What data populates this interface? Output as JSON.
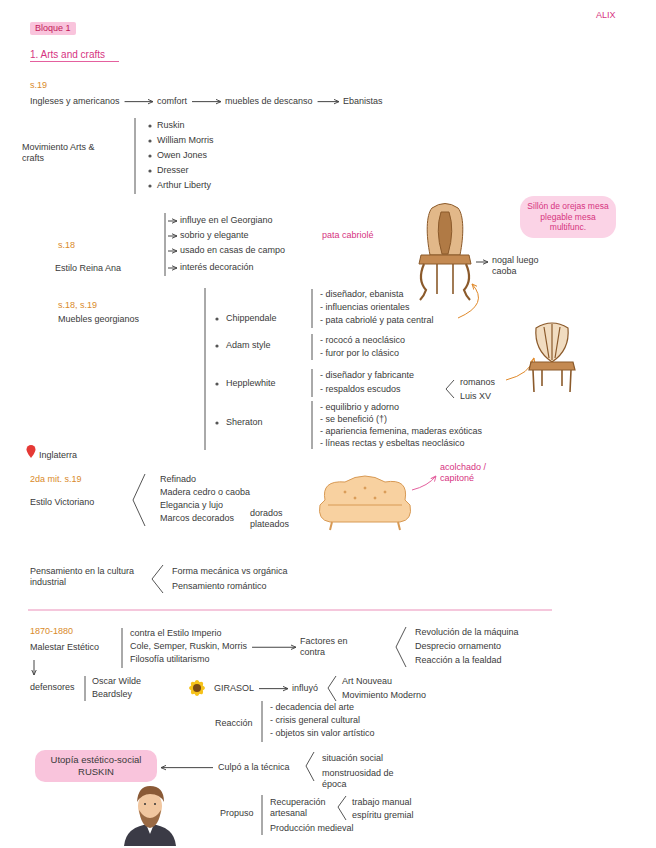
{
  "diagram": {
    "title": "1. Arts and crafts",
    "nodes": [
      {
        "text": [
          "Bloque 1"
        ]
      },
      {
        "text": [
          "Sillón de orejas mesa plegable mesa multifunc."
        ]
      },
      {
        "text": [
          "Utopía estético-social RUSKIN"
        ]
      }
    ],
    "labels": [
      "ALIX",
      "s.19",
      "Ingleses y americanos",
      "comfort",
      "muebles de descanso",
      "Ebanistas",
      "Movimiento Arts & crafts",
      "Ruskin",
      "William Morris",
      "Owen Jones",
      "Dresser",
      "Arthur Liberty",
      "s.18",
      "Estilo Reina Ana",
      "influye en el Georgiano",
      "sobrio y elegante",
      "pata cabriolé",
      "usado en casas de campo",
      "interés decoración",
      "nogal luego caoba",
      "s.18, s.19",
      "Muebles georgianos",
      "Chippendale",
      "- diseñador, ebanista",
      "- influencias orientales",
      "- pata cabriolé y pata central",
      "Adam style",
      "- rococó a neoclásico",
      "- furor por lo clásico",
      "Hepplewhite",
      "- diseñador y fabricante",
      "- respaldos escudos",
      "romanos",
      "Luis XV",
      "Sheraton",
      "- equilibrio y adorno",
      "- se benefició (†)",
      "- apariencia femenina, maderas exóticas",
      "- líneas rectas y esbeltas neoclásico",
      "Inglaterra",
      "2da mit. s.19",
      "Estilo Victoriano",
      "Refinado",
      "Madera cedro o caoba",
      "Elegancia y lujo",
      "Marcos decorados",
      "dorados plateados",
      "acolchado / capitoné",
      "Pensamiento en la cultura industrial",
      "Forma mecánica vs orgánica",
      "Pensamiento romántico",
      "1870-1880",
      "Malestar Estético",
      "contra el Estilo Imperio",
      "Cole, Semper, Ruskin, Morris",
      "Filosofía utilitarismo",
      "Factores en contra",
      "Revolución de la máquina",
      "Desprecio ornamento",
      "Reacción a la fealdad",
      "defensores",
      "Oscar Wilde",
      "Beardsley",
      "GIRASOL",
      "influyó",
      "Art Nouveau",
      "Movimiento Moderno",
      "Reacción",
      "- decadencia del arte",
      "- crisis general cultural",
      "- objetos sin valor artístico",
      "Culpó a la técnica",
      "situación social",
      "monstruosidad de época",
      "Propuso",
      "Recuperación artesanal",
      "Producción medieval",
      "trabajo manual",
      "espíritu gremial"
    ]
  }
}
